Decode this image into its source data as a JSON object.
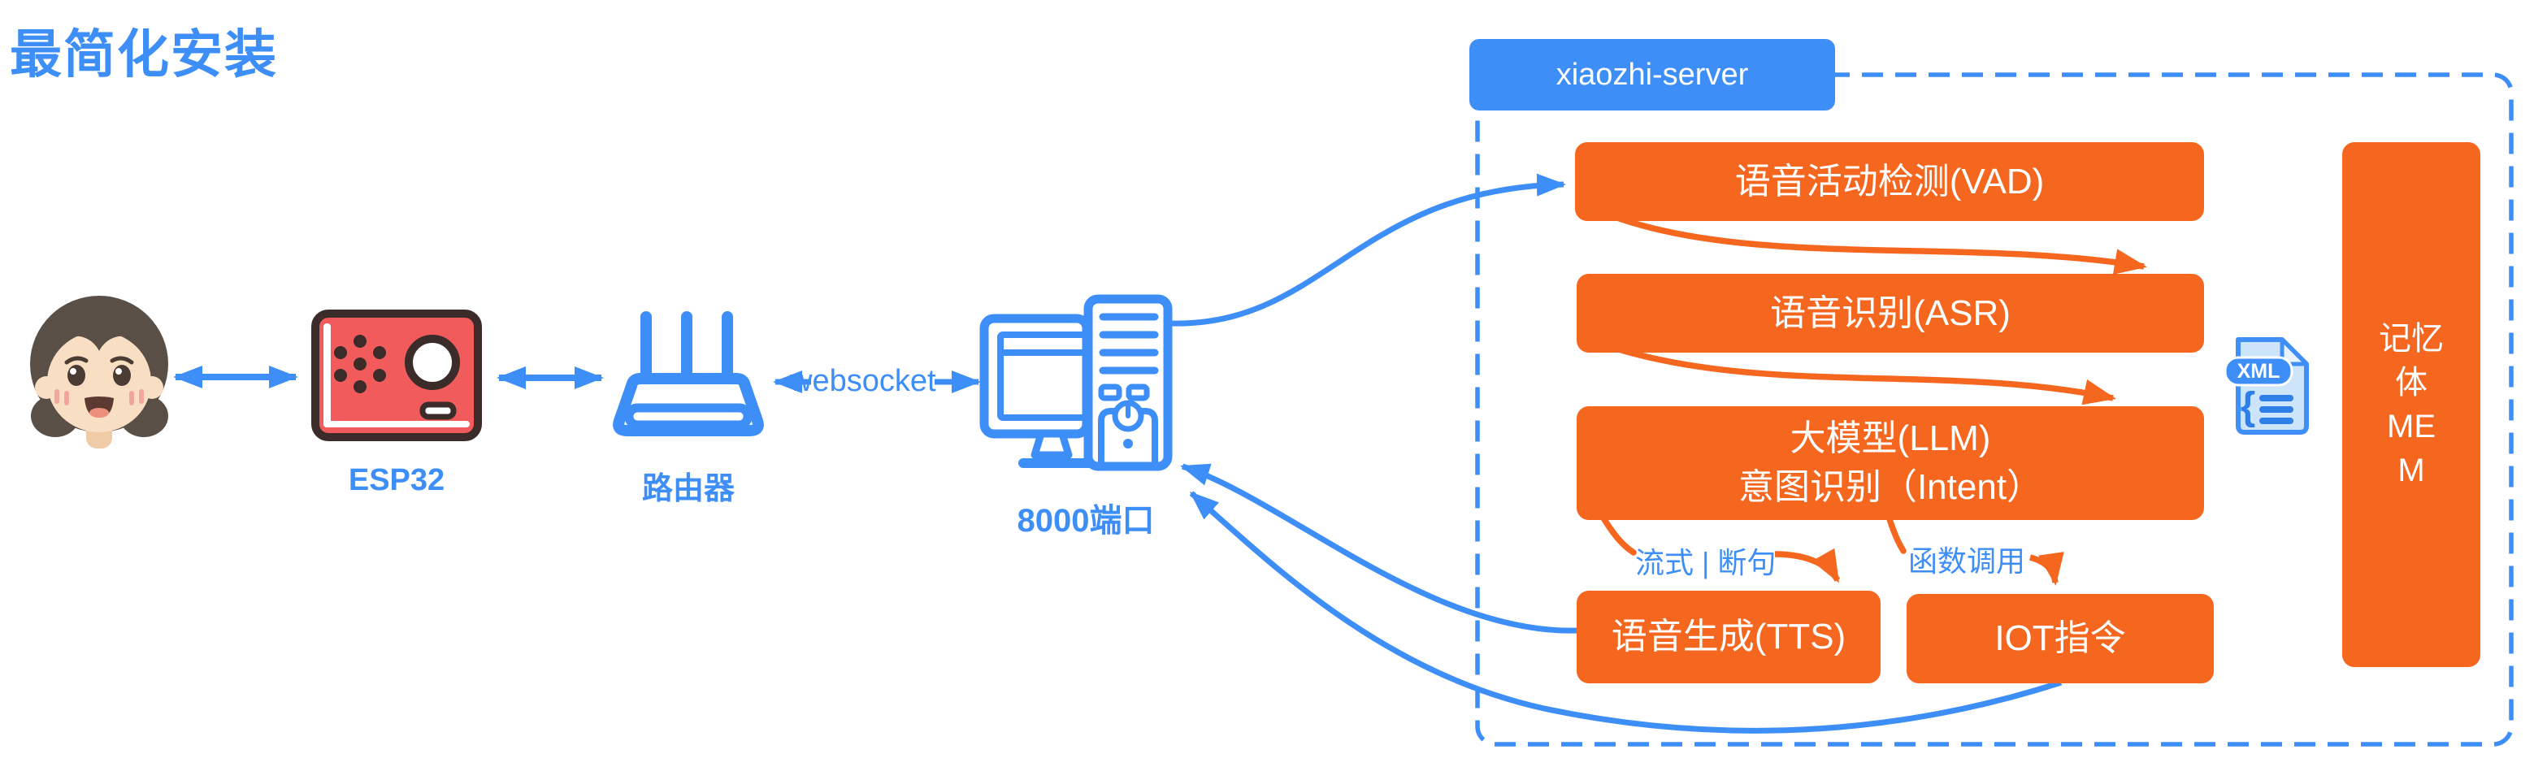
{
  "title": "最简化安装",
  "client": {
    "esp32_label": "ESP32",
    "router_label": "路由器",
    "websocket_label": "websocket",
    "port_label": "8000端口"
  },
  "server": {
    "tab": "xiaozhi-server",
    "modules": {
      "vad": "语音活动检测(VAD)",
      "asr": "语音识别(ASR)",
      "llm_line1": "大模型(LLM)",
      "llm_line2": "意图识别（Intent）",
      "tts": "语音生成(TTS)",
      "iot": "IOT指令",
      "mem": "记忆\n体\nME\nM"
    },
    "edge_labels": {
      "stream": "流式 | 断句",
      "function_call": "函数调用"
    },
    "xml_icon_label": "XML"
  },
  "colors": {
    "blue": "#3E8EF7",
    "orange": "#F5661F",
    "esp32_red": "#F15B5C",
    "esp32_dark": "#3B2B29",
    "hair": "#5A4F46",
    "skin": "#F8DEC3"
  }
}
